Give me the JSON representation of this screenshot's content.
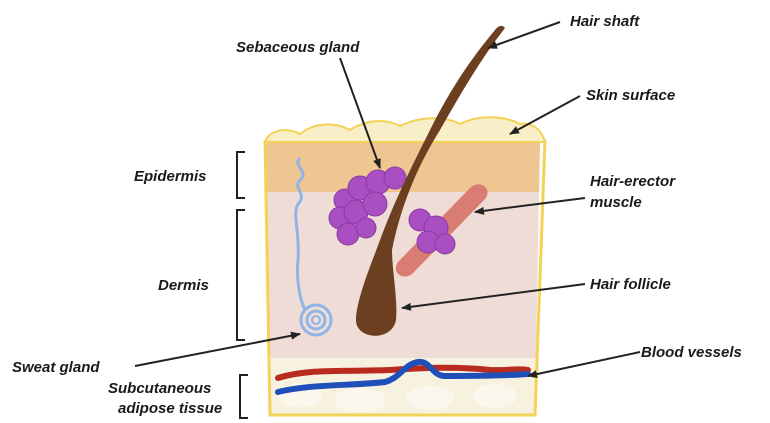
{
  "labels": {
    "hair_shaft": "Hair shaft",
    "sebaceous_gland": "Sebaceous gland",
    "skin_surface": "Skin surface",
    "epidermis": "Epidermis",
    "hair_erector_line1": "Hair-erector",
    "hair_erector_line2": "muscle",
    "dermis": "Dermis",
    "hair_follicle": "Hair follicle",
    "sweat_gland": "Sweat gland",
    "blood_vessels": "Blood vessels",
    "subcutaneous_line1": "Subcutaneous",
    "subcutaneous_line2": "adipose tissue"
  },
  "colors": {
    "outline": "#f3d255",
    "surface": "#f8eec8",
    "epidermis": "#efc591",
    "dermis": "#f0dcd6",
    "subcutaneous": "#f7f1df",
    "hair": "#6b3f1f",
    "sebaceous": "#a94fc2",
    "muscle": "#d97c74",
    "sweat_duct": "#8fb4e8",
    "artery": "#b82b1e",
    "vein": "#1f4fb8",
    "arrow": "#222222"
  }
}
